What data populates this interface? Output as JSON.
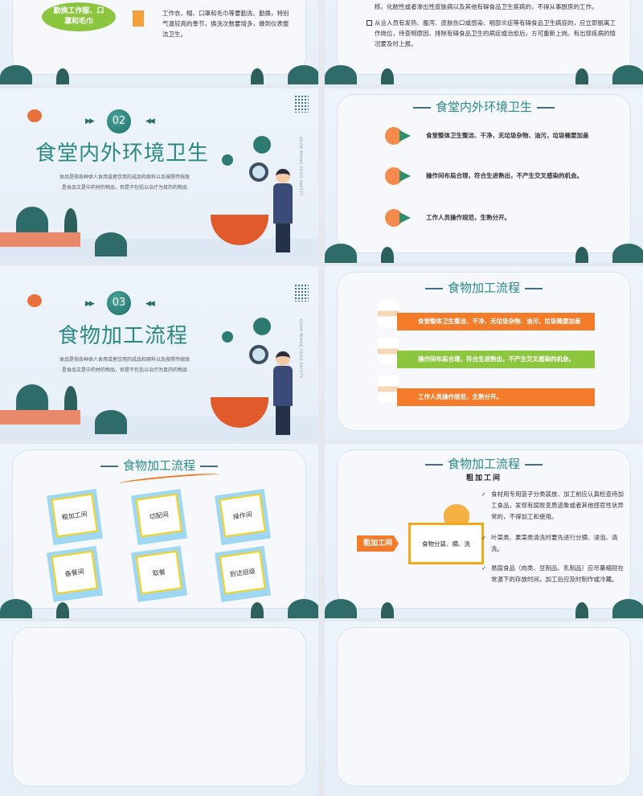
{
  "slide_top_left": {
    "bubble": "勤换工作服、口罩和毛巾",
    "text": "工作衣、帽、口罩和毛巾等要勤洗、勤换，特别气温较高的季节，换洗次数要增多，做到仪表整洁卫生。",
    "icon": "towel-icon"
  },
  "slide_top_right": {
    "line1": "核，化脓性或者渗出性皮肤病以及其他有碍食品卫生疾病的，不得从事厨房的工作。",
    "bullet": "从业人员有发热、腹泻、皮肤伤口或感染、咽部炎症等有碍食品卫生病症的，应立即脱离工作岗位，待查明原因、排除有碍食品卫生的病症或治愈后，方可重新上岗。有出现疾病的情况要及时上报。"
  },
  "section2": {
    "number": "02",
    "title": "食堂内外环境卫生",
    "subtitle_1": "食品是指各种供人食用或者饮用的成品和原料以及按照传统既",
    "subtitle_2": "是食品又是中药材的物品，但是不包括以治疗为目的的物品",
    "vertical": "QUAN MIANG FOOD SAFETY"
  },
  "hygiene": {
    "title": "食堂内外环境卫生",
    "items": [
      "食堂整体卫生整洁、干净，无垃圾杂物、油污，垃圾桶要加盖",
      "操作间布局合理，符合生进熟出，不产生交叉感染的机会。",
      "工作人员操作规范，生熟分开。"
    ]
  },
  "section3": {
    "number": "03",
    "title": "食物加工流程",
    "subtitle_1": "食品是指各种供人食用或者饮用的成品和原料以及按照传统既",
    "subtitle_2": "是食品又是中药材的物品，但是不包括以治疗为目的的物品",
    "vertical": "QUAN MIANG FOOD SAFETY"
  },
  "process_bars": {
    "title": "食物加工流程",
    "items": [
      {
        "text": "食堂整体卫生整洁、干净，无垃圾杂物、油污，垃圾桶要加盖",
        "color": "#f47b2a"
      },
      {
        "text": "操作间布局合理，符合生进熟出，不产生交叉感染的机会。",
        "color": "#8cc63f"
      },
      {
        "text": "工作人员操作规范，生熟分开。",
        "color": "#f47b2a"
      }
    ]
  },
  "process_notes": {
    "title": "食物加工流程",
    "notes": [
      "粗加工间",
      "切配间",
      "操作间",
      "备餐间",
      "取餐",
      "到达班级"
    ]
  },
  "rough_room": {
    "title": "食物加工流程",
    "subtitle": "粗加工间",
    "tag": "粗加工间",
    "sign": "食物分装、摘、洗",
    "points": [
      "食材用专用篮子分类装放、加工前应认真检查待加工食品，发现有腐败变质迹象或者其他感官性状异常的，不得加工和使用。",
      "叶菜类、果菜类清洗时要先进行分摘、浸泡、清洗。",
      "易腐食品（肉类、豆制品、乳制品）应尽量缩短在常温下的存放时间，加工后应及时制作或冷藏。"
    ]
  }
}
